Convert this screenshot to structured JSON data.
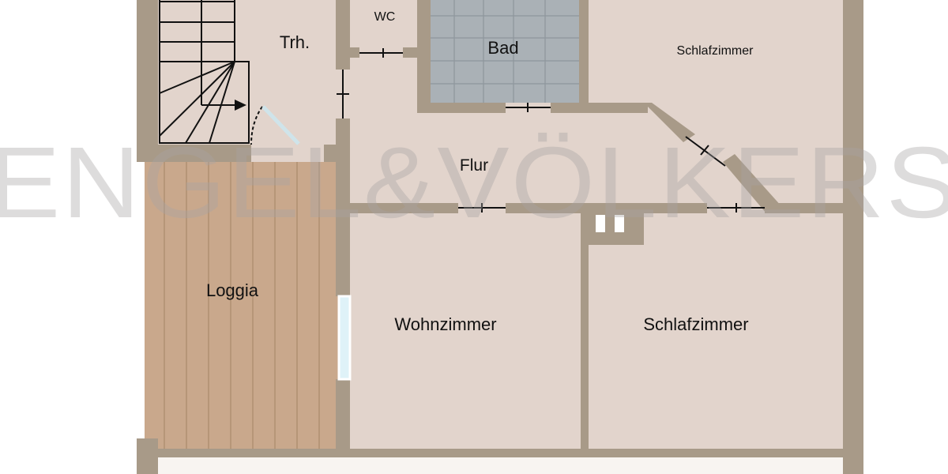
{
  "floorplan": {
    "rooms": [
      {
        "id": "trh",
        "label": "Trh."
      },
      {
        "id": "wc",
        "label": "WC"
      },
      {
        "id": "bad",
        "label": "Bad"
      },
      {
        "id": "schlafzimmer_top",
        "label": "Schlafzimmer"
      },
      {
        "id": "flur",
        "label": "Flur"
      },
      {
        "id": "loggia",
        "label": "Loggia"
      },
      {
        "id": "wohnzimmer",
        "label": "Wohnzimmer"
      },
      {
        "id": "schlafzimmer_bottom",
        "label": "Schlafzimmer"
      }
    ],
    "watermark": "ENGEL&VÖLKERS",
    "colors": {
      "wall": "#a89a88",
      "room": "#e2d4cc",
      "tile": "#aab1b6",
      "wood": "#c9a88c",
      "window": "#dff2f8"
    }
  }
}
